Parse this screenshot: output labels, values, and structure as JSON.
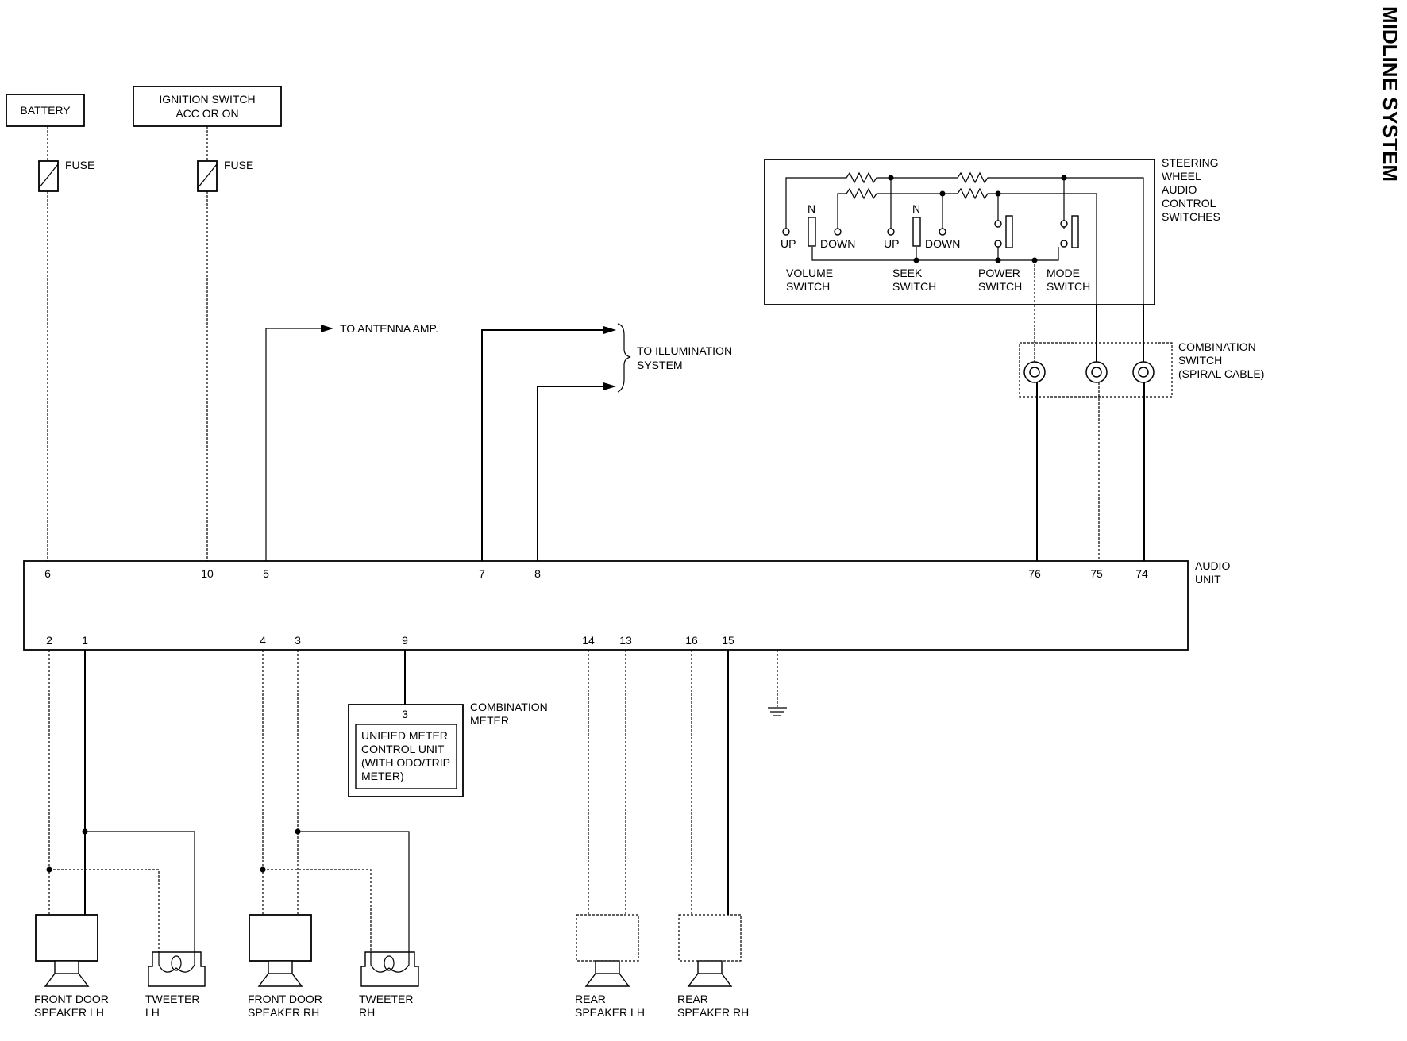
{
  "title": "MIDLINE SYSTEM",
  "sources": {
    "battery": "BATTERY",
    "ignition_line1": "IGNITION SWITCH",
    "ignition_line2": "ACC OR ON",
    "fuse": "FUSE"
  },
  "steering": {
    "label": [
      "STEERING",
      "WHEEL",
      "AUDIO",
      "CONTROL",
      "SWITCHES"
    ],
    "n": "N",
    "up": "UP",
    "down": "DOWN",
    "switches": [
      [
        "VOLUME",
        "SWITCH"
      ],
      [
        "SEEK",
        "SWITCH"
      ],
      [
        "POWER",
        "SWITCH"
      ],
      [
        "MODE",
        "SWITCH"
      ]
    ]
  },
  "combination_switch": [
    "COMBINATION",
    "SWITCH",
    "(SPIRAL CABLE)"
  ],
  "antenna": "TO ANTENNA AMP.",
  "illumination": [
    "TO ILLUMINATION",
    "SYSTEM"
  ],
  "audio_unit": {
    "label": [
      "AUDIO",
      "UNIT"
    ],
    "top_pins": [
      "6",
      "10",
      "5",
      "7",
      "8",
      "76",
      "75",
      "74"
    ],
    "bottom_pins": [
      "2",
      "1",
      "4",
      "3",
      "9",
      "14",
      "13",
      "16",
      "15"
    ]
  },
  "combination_meter": {
    "pin": "3",
    "label": [
      "COMBINATION",
      "METER"
    ],
    "unit": [
      "UNIFIED METER",
      "CONTROL UNIT",
      "(WITH ODO/TRIP",
      "METER)"
    ]
  },
  "speakers": [
    [
      "FRONT DOOR",
      "SPEAKER LH"
    ],
    [
      "TWEETER",
      "LH"
    ],
    [
      "FRONT DOOR",
      "SPEAKER RH"
    ],
    [
      "TWEETER",
      "RH"
    ],
    [
      "REAR",
      "SPEAKER LH"
    ],
    [
      "REAR",
      "SPEAKER RH"
    ]
  ]
}
